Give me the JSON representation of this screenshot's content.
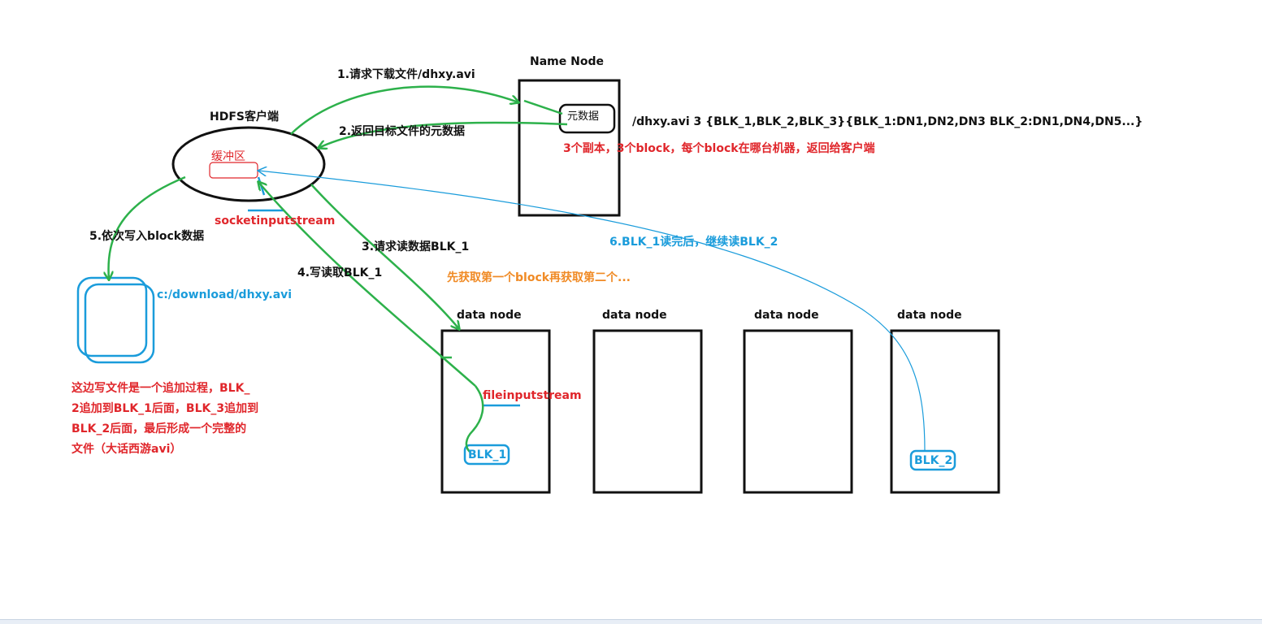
{
  "labels": {
    "name_node": "Name Node",
    "hdfs_client": "HDFS客户端",
    "buffer": "缓冲区",
    "metadata_box": "元数据",
    "metadata_content": "/dhxy.avi  3 {BLK_1,BLK_2,BLK_3}{BLK_1:DN1,DN2,DN3  BLK_2:DN1,DN4,DN5...}",
    "metadata_note": "3个副本，3个block，每个block在哪台机器，返回给客户端",
    "socket_stream": "socketinputstream",
    "file_stream": "fileinputstream",
    "local_file": "c:/download/dhxy.avi",
    "sequence_note": "先获取第一个block再获取第二个...",
    "append_note": [
      "这边写文件是一个追加过程，BLK_",
      "2追加到BLK_1后面，BLK_3追加到",
      "BLK_2后面，最后形成一个完整的",
      "文件（大话西游avi）"
    ],
    "data_nodes": [
      "data node",
      "data node",
      "data node",
      "data node"
    ],
    "blocks": [
      "BLK_1",
      "BLK_2"
    ]
  },
  "steps": {
    "s1": "1.请求下载文件/dhxy.avi",
    "s2": "2.返回目标文件的元数据",
    "s3": "3.请求读数据BLK_1",
    "s4": "4.写读取BLK_1",
    "s5": "5.依次写入block数据",
    "s6": "6.BLK_1读完后，继续读BLK_2"
  },
  "colors": {
    "green_arrow": "#2db14b",
    "blue_arrow": "#1a9cdb",
    "red_text": "#e0262b",
    "orange_text": "#f08a24",
    "black": "#111111"
  }
}
